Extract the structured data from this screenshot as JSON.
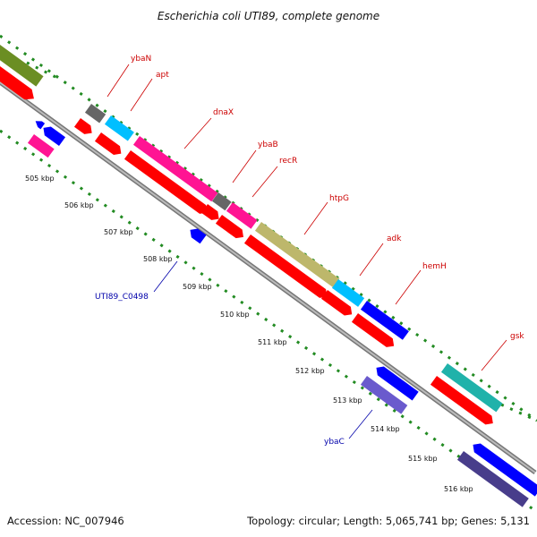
{
  "title": "Escherichia coli UTI89, complete genome",
  "accession": "Accession: NC_007946",
  "topology": "Topology: circular; Length: 5,065,741 bp; Genes: 5,131",
  "ticks": [
    "505 kbp",
    "506 kbp",
    "507 kbp",
    "508 kbp",
    "509 kbp",
    "510 kbp",
    "511 kbp",
    "512 kbp",
    "513 kbp",
    "514 kbp",
    "515 kbp",
    "516 kbp"
  ],
  "gene_labels_forward": [
    "ybaN",
    "apt",
    "dnaX",
    "ybaB",
    "recR",
    "htpG",
    "adk",
    "hemH",
    "gsk"
  ],
  "gene_labels_reverse": [
    "UTI89_C0498",
    "ybaC"
  ],
  "colors": {
    "cds_red": "#ff0000",
    "reverse_blue": "#0000ff",
    "magenta": "#ff1493",
    "cyan": "#00bfff",
    "olive": "#6b8e23",
    "khaki": "#bdb76b",
    "teal": "#20b2aa",
    "gray": "#666666",
    "slate": "#6a5acd",
    "dark_slate": "#483d8b",
    "backbone": "#999999",
    "gc_dots": "#228b22",
    "label_red": "#cc0000",
    "label_blue": "#0000aa"
  }
}
